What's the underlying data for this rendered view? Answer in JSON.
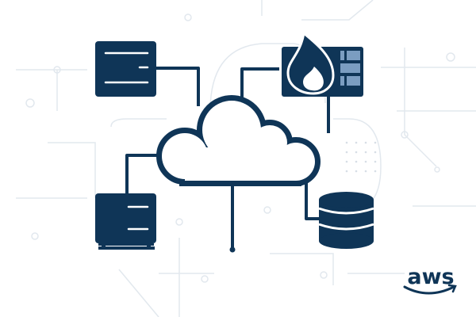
{
  "colors": {
    "primary": "#0f3557",
    "background_lines": "#e2e8ee",
    "panel_accent": "#7b9dc1",
    "background": "#ffffff"
  },
  "diagram": {
    "nodes": [
      {
        "id": "server-top-left",
        "icon": "server-icon"
      },
      {
        "id": "firewall",
        "icon": "firewall-flame-icon"
      },
      {
        "id": "cloud",
        "icon": "cloud-icon"
      },
      {
        "id": "server-bottom-left",
        "icon": "cabinet-server-icon"
      },
      {
        "id": "database",
        "icon": "database-icon"
      }
    ],
    "edges": [
      [
        "server-top-left",
        "cloud"
      ],
      [
        "firewall",
        "cloud"
      ],
      [
        "server-bottom-left",
        "cloud"
      ],
      [
        "database",
        "cloud"
      ]
    ]
  },
  "logo": {
    "text": "aws"
  }
}
